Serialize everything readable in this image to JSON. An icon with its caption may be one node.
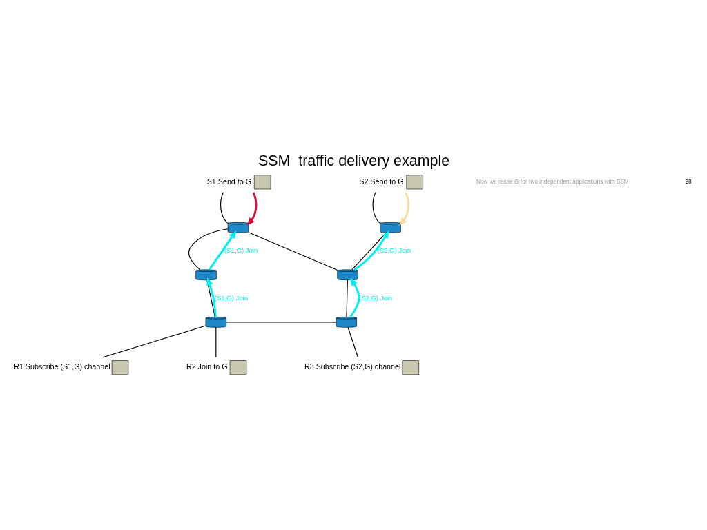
{
  "diagram": {
    "title": "SSM  traffic delivery example",
    "nodes": [
      {
        "text": [],
        "shape": "box",
        "beside": [
          "S1 Send to G"
        ]
      },
      {
        "text": [],
        "shape": "box",
        "beside": [
          "S2 Send to G"
        ]
      },
      {
        "text": [],
        "shape": "cylinder"
      },
      {
        "text": [],
        "shape": "cylinder"
      },
      {
        "text": [],
        "shape": "cylinder"
      },
      {
        "text": [],
        "shape": "cylinder"
      },
      {
        "text": [],
        "shape": "cylinder"
      },
      {
        "text": [],
        "shape": "cylinder"
      },
      {
        "text": [],
        "shape": "box",
        "beside": [
          "R1 Subscribe (S1,G) channel"
        ]
      },
      {
        "text": [],
        "shape": "box",
        "beside": [
          "R2 Join to G"
        ]
      },
      {
        "text": [],
        "shape": "box",
        "beside": [
          "R3 Subscribe (S2,G) channel"
        ]
      }
    ],
    "edges": [
      {
        "from": 0,
        "to": 2,
        "arrow": "none"
      },
      {
        "from": 0,
        "to": 2,
        "arrow": "to",
        "style": "thick",
        "color": "#d0103a"
      },
      {
        "from": 1,
        "to": 3,
        "arrow": "none"
      },
      {
        "from": 1,
        "to": 3,
        "arrow": "to",
        "style": "thick",
        "color": "#f8dca0"
      },
      {
        "from": 2,
        "to": 4,
        "arrow": "none"
      },
      {
        "from": 2,
        "to": 5,
        "arrow": "none"
      },
      {
        "from": 3,
        "to": 5,
        "arrow": "none"
      },
      {
        "from": 4,
        "to": 6,
        "arrow": "none"
      },
      {
        "from": 5,
        "to": 7,
        "arrow": "none"
      },
      {
        "from": 6,
        "to": 7,
        "arrow": "none"
      },
      {
        "from": 6,
        "to": 8,
        "arrow": "none"
      },
      {
        "from": 6,
        "to": 9,
        "arrow": "none"
      },
      {
        "from": 7,
        "to": 10,
        "arrow": "none"
      },
      {
        "from": 4,
        "to": 2,
        "arrow": "to",
        "label": "(S1,G) Join",
        "style": "thick",
        "color": "#00f0f0"
      },
      {
        "from": 6,
        "to": 4,
        "arrow": "to",
        "label": "(S1,G) Join",
        "style": "thick",
        "color": "#00f0f0"
      },
      {
        "from": 5,
        "to": 3,
        "arrow": "to",
        "label": "(S2,G) Join",
        "style": "thick",
        "color": "#00f0f0"
      },
      {
        "from": 7,
        "to": 5,
        "arrow": "to",
        "label": "(S2,G) Join",
        "style": "thick",
        "color": "#00f0f0"
      }
    ],
    "labels": [
      "Now we reuse G for two independent applications with SSM",
      "28"
    ]
  }
}
